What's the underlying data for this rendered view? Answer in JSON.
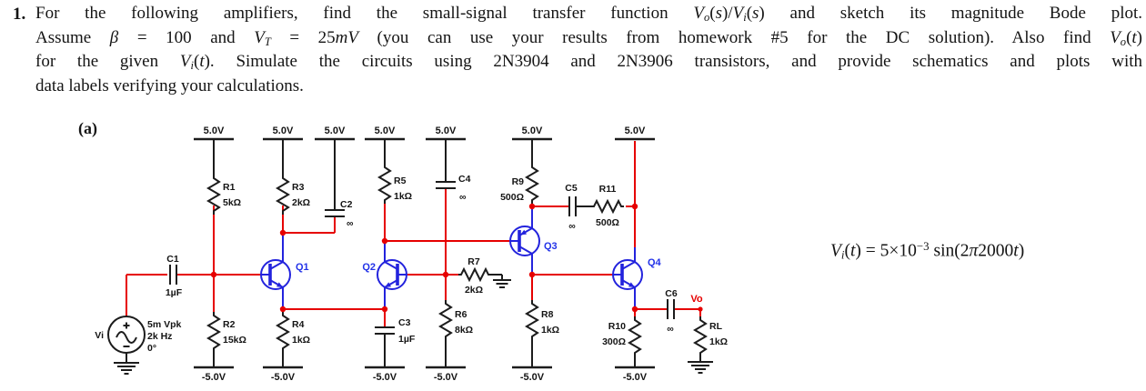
{
  "problem": {
    "number": "1.",
    "lines": [
      [
        {
          "t": "For the following amplifiers, find the small-signal transfer function "
        },
        {
          "t": "V",
          "i": true
        },
        {
          "t": "o",
          "i": true,
          "sub": true
        },
        {
          "t": "("
        },
        {
          "t": "s",
          "i": true
        },
        {
          "t": ")/"
        },
        {
          "t": "V",
          "i": true
        },
        {
          "t": "i",
          "i": true,
          "sub": true
        },
        {
          "t": "("
        },
        {
          "t": "s",
          "i": true
        },
        {
          "t": ")"
        },
        {
          "t": " and sketch its magnitude Bode plot."
        }
      ],
      [
        {
          "t": "Assume "
        },
        {
          "t": "β",
          "i": true
        },
        {
          "t": " = 100 and "
        },
        {
          "t": "V",
          "i": true
        },
        {
          "t": "T",
          "i": true,
          "sub": true
        },
        {
          "t": " = 25"
        },
        {
          "t": "mV",
          "i": true
        },
        {
          "t": " (you can use your results from homework #5 for the DC solution). Also find "
        },
        {
          "t": "V",
          "i": true
        },
        {
          "t": "o",
          "i": true,
          "sub": true
        },
        {
          "t": "("
        },
        {
          "t": "t",
          "i": true
        },
        {
          "t": ")"
        }
      ],
      [
        {
          "t": "for the given "
        },
        {
          "t": "V",
          "i": true
        },
        {
          "t": "i",
          "i": true,
          "sub": true
        },
        {
          "t": "("
        },
        {
          "t": "t",
          "i": true
        },
        {
          "t": ")"
        },
        {
          "t": ". Simulate the circuits using 2N3904 and 2N3906 transistors, and provide schematics and plots with"
        }
      ],
      [
        {
          "t": "data labels verifying your calculations."
        }
      ]
    ]
  },
  "part_label": "(a)",
  "equation": [
    {
      "t": "V",
      "i": true
    },
    {
      "t": "i",
      "i": true,
      "sub": true
    },
    {
      "t": "("
    },
    {
      "t": "t",
      "i": true
    },
    {
      "t": ") = 5×10"
    },
    {
      "t": "−3",
      "sup": true
    },
    {
      "t": " sin(2"
    },
    {
      "t": "π",
      "i": true
    },
    {
      "t": "2000"
    },
    {
      "t": "t",
      "i": true
    },
    {
      "t": ")"
    }
  ],
  "schematic": {
    "vcc": "5.0V",
    "vee": "-5.0V",
    "r1": {
      "ref": "R1",
      "val": "5kΩ"
    },
    "r2": {
      "ref": "R2",
      "val": "15kΩ"
    },
    "r3": {
      "ref": "R3",
      "val": "2kΩ"
    },
    "r4": {
      "ref": "R4",
      "val": "1kΩ"
    },
    "r5": {
      "ref": "R5",
      "val": "1kΩ"
    },
    "r6": {
      "ref": "R6",
      "val": "8kΩ"
    },
    "r7": {
      "ref": "R7",
      "val": "2kΩ"
    },
    "r8": {
      "ref": "R8",
      "val": "1kΩ"
    },
    "r9": {
      "ref": "R9",
      "val": "500Ω"
    },
    "r10": {
      "ref": "R10",
      "val": "300Ω"
    },
    "r11": {
      "ref": "R11",
      "val": "500Ω"
    },
    "rl": {
      "ref": "RL",
      "val": "1kΩ"
    },
    "c1": {
      "ref": "C1",
      "val": "1µF"
    },
    "c2": {
      "ref": "C2",
      "val": "∞"
    },
    "c3": {
      "ref": "C3",
      "val": "1µF"
    },
    "c4": {
      "ref": "C4",
      "val": "∞"
    },
    "c5": {
      "ref": "C5",
      "val": "∞"
    },
    "c6": {
      "ref": "C6",
      "val": "∞"
    },
    "q1": "Q1",
    "q2": "Q2",
    "q3": "Q3",
    "q4": "Q4",
    "source": {
      "name": "Vi",
      "amplitude": "5m Vpk",
      "frequency": "2k Hz",
      "phase": "0°"
    },
    "output_label": "Vo"
  }
}
